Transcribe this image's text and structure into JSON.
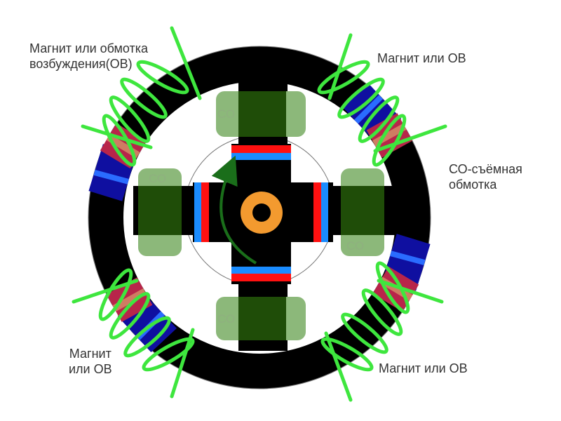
{
  "labels": {
    "top_left_line1": "Магнит или обмотка",
    "top_left_line2": "возбуждения(ОВ)",
    "top_right": "Магнит или ОВ",
    "right_line1": "СО-съёмная",
    "right_line2": "обмотка",
    "bottom_left_line1": "Магнит",
    "bottom_left_line2": "или ОВ",
    "bottom_right": "Магнит или ОВ"
  },
  "coil_tag": "СО",
  "colors": {
    "ring": "#000000",
    "coil_fill": "#1f4d08",
    "coil_overlay": "#8cb87a",
    "magnet_blue": "#0f0fa0",
    "magnet_red": "#b8254a",
    "flux_green": "#3ee63e",
    "stripe_red": "#ff1010",
    "stripe_blue": "#1a8cff",
    "shaft_orange": "#f39a2f",
    "arrow_green": "#1a6e1a"
  }
}
